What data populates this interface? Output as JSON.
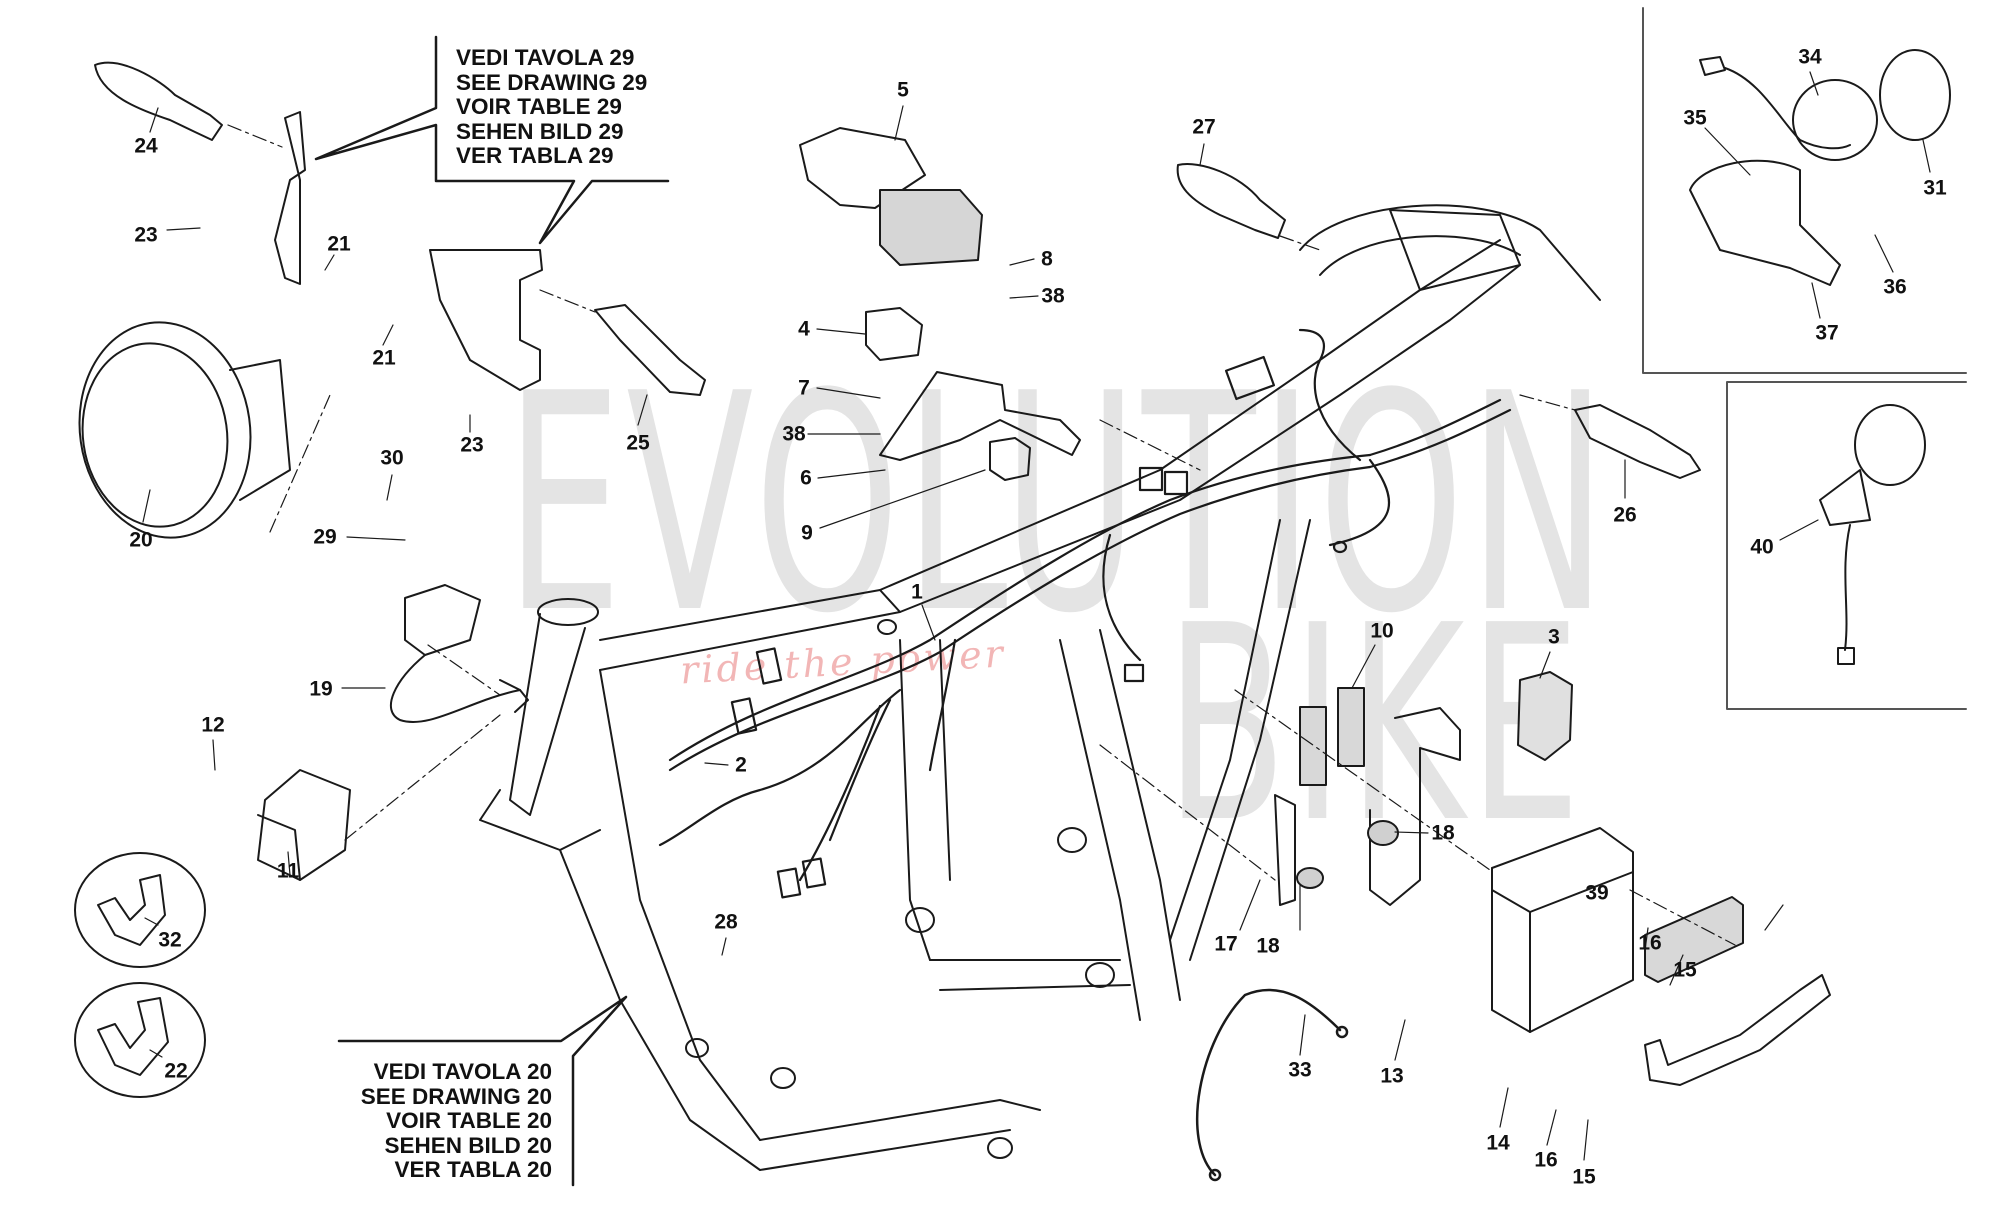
{
  "diagram": {
    "title": "Electrical system / wiring harness exploded view",
    "reference_notes": {
      "top": [
        "VEDI TAVOLA 29",
        "SEE DRAWING 29",
        "VOIR TABLE 29",
        "SEHEN BILD 29",
        "VER TABLA 29"
      ],
      "bottom": [
        "VEDI TAVOLA 20",
        "SEE DRAWING 20",
        "VOIR TABLE 20",
        "SEHEN BILD 20",
        "VER TABLA 20"
      ]
    },
    "watermark": {
      "main": "EVOLUTION",
      "sub": "BIKE",
      "tagline": "ride the power",
      "colors": {
        "text": "#e4e4e4",
        "tagline": "#f2b6b6"
      }
    },
    "callouts": [
      {
        "id": "c24a",
        "label": "24"
      },
      {
        "id": "c23a",
        "label": "23"
      },
      {
        "id": "c21a",
        "label": "21"
      },
      {
        "id": "c21b",
        "label": "21"
      },
      {
        "id": "c20",
        "label": "20"
      },
      {
        "id": "c25",
        "label": "25"
      },
      {
        "id": "c23b",
        "label": "23"
      },
      {
        "id": "c30",
        "label": "30"
      },
      {
        "id": "c29",
        "label": "29"
      },
      {
        "id": "c19",
        "label": "19"
      },
      {
        "id": "c12",
        "label": "12"
      },
      {
        "id": "c11",
        "label": "11"
      },
      {
        "id": "c32",
        "label": "32"
      },
      {
        "id": "c22",
        "label": "22"
      },
      {
        "id": "c5",
        "label": "5"
      },
      {
        "id": "c27",
        "label": "27"
      },
      {
        "id": "c8",
        "label": "8"
      },
      {
        "id": "c38a",
        "label": "38"
      },
      {
        "id": "c4",
        "label": "4"
      },
      {
        "id": "c7",
        "label": "7"
      },
      {
        "id": "c38b",
        "label": "38"
      },
      {
        "id": "c6",
        "label": "6"
      },
      {
        "id": "c9",
        "label": "9"
      },
      {
        "id": "c1",
        "label": "1"
      },
      {
        "id": "c2",
        "label": "2"
      },
      {
        "id": "c28",
        "label": "28"
      },
      {
        "id": "c26",
        "label": "26"
      },
      {
        "id": "c10",
        "label": "10"
      },
      {
        "id": "c3",
        "label": "3"
      },
      {
        "id": "c18a",
        "label": "18"
      },
      {
        "id": "c17",
        "label": "17"
      },
      {
        "id": "c18b",
        "label": "18"
      },
      {
        "id": "c39",
        "label": "39"
      },
      {
        "id": "c16a",
        "label": "16"
      },
      {
        "id": "c15a",
        "label": "15"
      },
      {
        "id": "c33",
        "label": "33"
      },
      {
        "id": "c13",
        "label": "13"
      },
      {
        "id": "c14",
        "label": "14"
      },
      {
        "id": "c16b",
        "label": "16"
      },
      {
        "id": "c15b",
        "label": "15"
      },
      {
        "id": "c34",
        "label": "34"
      },
      {
        "id": "c35",
        "label": "35"
      },
      {
        "id": "c31",
        "label": "31"
      },
      {
        "id": "c36",
        "label": "36"
      },
      {
        "id": "c37",
        "label": "37"
      },
      {
        "id": "c40",
        "label": "40"
      }
    ]
  }
}
